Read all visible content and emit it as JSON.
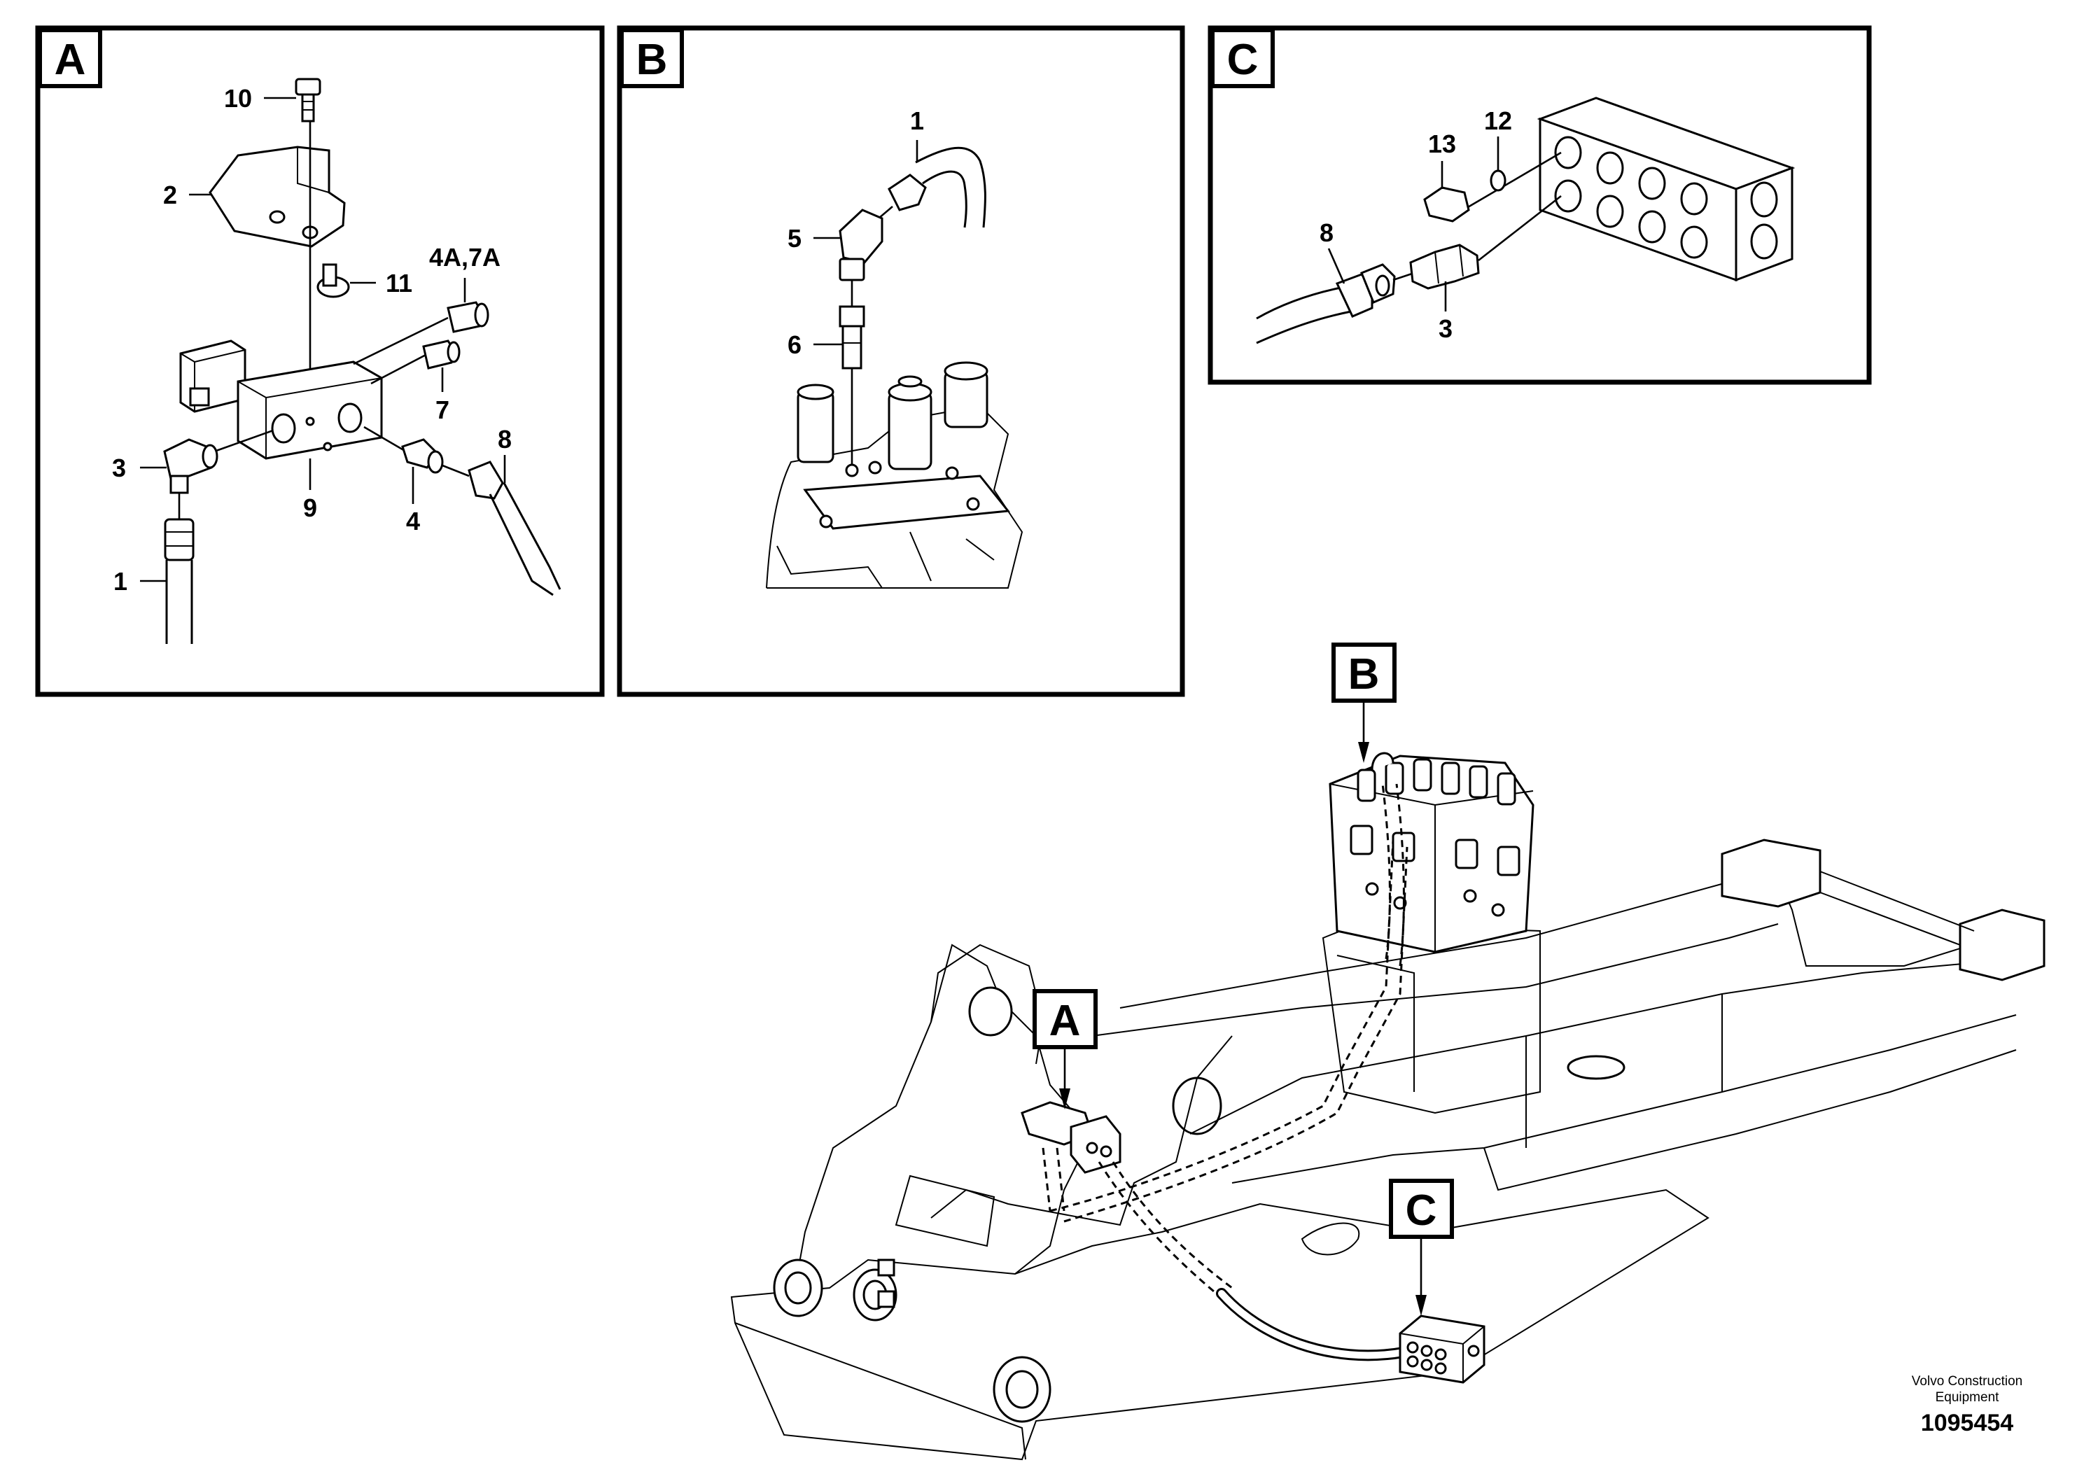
{
  "views": {
    "A": {
      "tag": "A"
    },
    "B": {
      "tag": "B"
    },
    "C": {
      "tag": "C"
    }
  },
  "main_tags": {
    "A": "A",
    "B": "B",
    "C": "C"
  },
  "labels_A": {
    "item_10": "10",
    "item_2": "2",
    "item_11": "11",
    "item_4a7a": "4A,7A",
    "item_7": "7",
    "item_3": "3",
    "item_9": "9",
    "item_4": "4",
    "item_8": "8",
    "item_1": "1"
  },
  "labels_B": {
    "item_1": "1",
    "item_5": "5",
    "item_6": "6"
  },
  "labels_C": {
    "item_13": "13",
    "item_12": "12",
    "item_8": "8",
    "item_3": "3"
  },
  "footer": {
    "brand_line1": "Volvo Construction",
    "brand_line2": "Equipment",
    "doc_number": "1095454"
  }
}
